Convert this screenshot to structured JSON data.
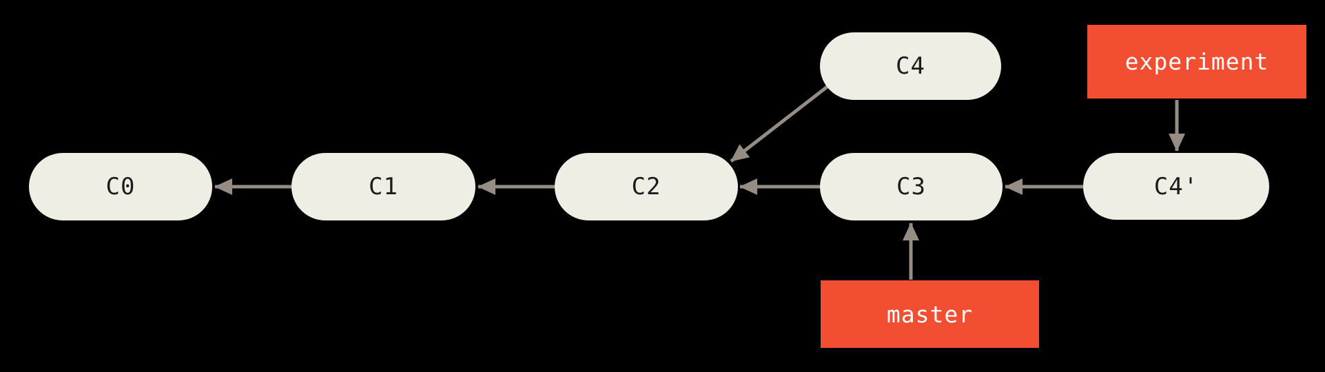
{
  "colors": {
    "background": "#000000",
    "commit_fill": "#EFEEE5",
    "commit_text": "#1C1C1C",
    "edge": "#958C84",
    "branch_fill": "#F14E32",
    "branch_text": "#FFFFFF"
  },
  "commits": [
    {
      "id": "c0",
      "label": "C0"
    },
    {
      "id": "c1",
      "label": "C1"
    },
    {
      "id": "c2",
      "label": "C2"
    },
    {
      "id": "c3",
      "label": "C3"
    },
    {
      "id": "c4",
      "label": "C4"
    },
    {
      "id": "c4-prime",
      "label": "C4'"
    }
  ],
  "branches": [
    {
      "id": "experiment",
      "label": "experiment"
    },
    {
      "id": "master",
      "label": "master"
    }
  ],
  "edges": [
    {
      "from": "C1",
      "to": "C0"
    },
    {
      "from": "C2",
      "to": "C1"
    },
    {
      "from": "C3",
      "to": "C2"
    },
    {
      "from": "C4",
      "to": "C2"
    },
    {
      "from": "C4'",
      "to": "C3"
    },
    {
      "from": "experiment",
      "to": "C4'"
    },
    {
      "from": "master",
      "to": "C3"
    }
  ]
}
